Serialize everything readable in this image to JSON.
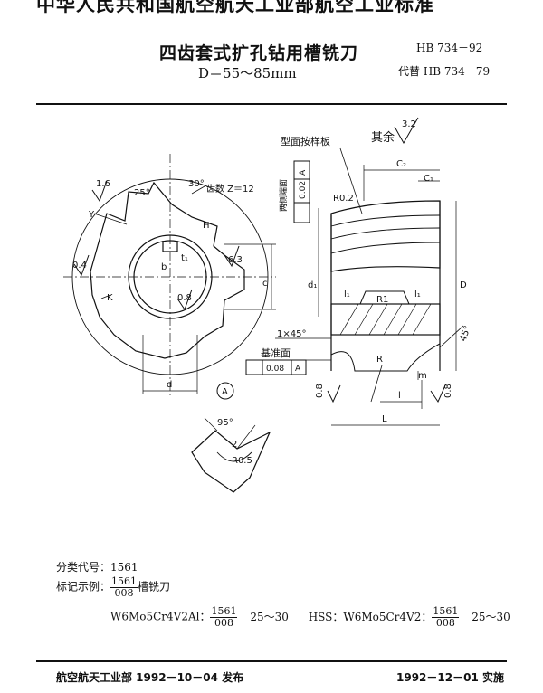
{
  "header": {
    "top_banner": "中华人民共和国航空航天工业部航空工业标准",
    "title": "四齿套式扩孔钻用槽铣刀",
    "subtitle": "D＝55～85mm",
    "standard_no": "HB 734－92",
    "replaces": "代替 HB 734－79"
  },
  "drawing": {
    "roughness_rest_label": "其余",
    "roughness_rest_value": "3.2",
    "template_surface_label": "型面按样板",
    "reference_surface_label": "基准面",
    "both_sides_label": "两侧端面",
    "tol_value_1": "0.02",
    "tol_datum_1": "A",
    "tol_value_2": "0.08",
    "tol_datum_2": "A",
    "datum_a": "A",
    "teeth_label": "齿数 Z＝12",
    "dims": {
      "c2": "C₂",
      "c1": "C₁",
      "r02": "R0.2",
      "d1": "d₁",
      "l1a": "l₁",
      "r1": "R1",
      "l1b": "l₁",
      "D": "D",
      "c": "c",
      "chamfer": "1×45°",
      "R": "R",
      "m": "m",
      "l": "l",
      "L": "L",
      "angle45": "45°",
      "r08a": "0.8",
      "r08b": "0.8",
      "r16": "1.6",
      "a25": "25°",
      "a30": "30°",
      "H": "H",
      "Y": "Y",
      "r04": "0.4",
      "K": "K",
      "b": "b",
      "t": "t₁",
      "r63": "6.3",
      "r08c": "0.8",
      "d": "d",
      "a95": "95°",
      "two": "2",
      "r05": "R0.5"
    }
  },
  "notes": {
    "class_code": "分类代号：1561",
    "marking_example_label": "标记示例：",
    "frac1_num": "1561",
    "frac1_den": "008",
    "marking_suffix": "槽铣刀",
    "example_1_prefix": "W6Mo5Cr4V2Al：",
    "frac2_num": "1561",
    "frac2_den": "008",
    "example_1_range": "25～30",
    "example_2_prefix": "HSS：W6Mo5Cr4V2：",
    "frac3_num": "1561",
    "frac3_den": "008",
    "example_2_range": "25～30"
  },
  "footer": {
    "issued_by": "航空航天工业部 1992－10－04 发布",
    "effective": "1992－12－01 实施"
  }
}
